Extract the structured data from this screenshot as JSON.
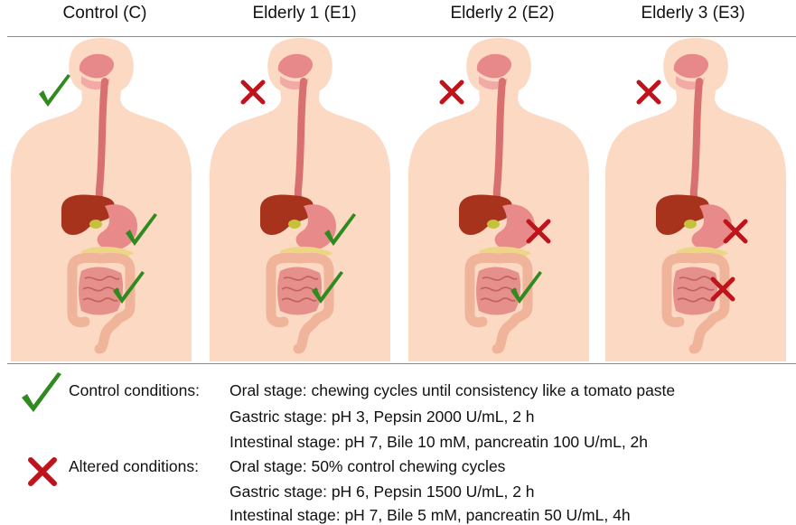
{
  "columns": [
    {
      "title": "Control (C)",
      "oral": "check",
      "gastric": "check",
      "intestinal": "check"
    },
    {
      "title": "Elderly 1 (E1)",
      "oral": "cross",
      "gastric": "check",
      "intestinal": "check"
    },
    {
      "title": "Elderly 2 (E2)",
      "oral": "cross",
      "gastric": "cross",
      "intestinal": "check"
    },
    {
      "title": "Elderly 3 (E3)",
      "oral": "cross",
      "gastric": "cross",
      "intestinal": "cross"
    }
  ],
  "legend": {
    "control": {
      "label": "Control conditions:",
      "lines": [
        "Oral stage: chewing cycles until consistency like a tomato paste",
        "Gastric stage: pH 3, Pepsin 2000 U/mL, 2 h",
        "Intestinal stage: pH 7, Bile 10 mM, pancreatin 100 U/mL, 2h"
      ]
    },
    "altered": {
      "label": "Altered conditions:",
      "lines": [
        "Oral stage: 50% control chewing cycles",
        "Gastric stage: pH 6, Pepsin 1500 U/mL, 2 h",
        "Intestinal stage: pH 7, Bile 5 mM, pancreatin 50 U/mL, 4h"
      ]
    }
  },
  "colors": {
    "check": "#2f8a1f",
    "cross": "#c0141c",
    "skin": "#fbd9c3",
    "liver": "#a8331d",
    "stomach": "#e98a8a",
    "intestine": "#e6908c",
    "colon": "#f0b49a",
    "esophagus": "#d97070"
  },
  "icons": {
    "check": "check-icon",
    "cross": "cross-icon"
  }
}
